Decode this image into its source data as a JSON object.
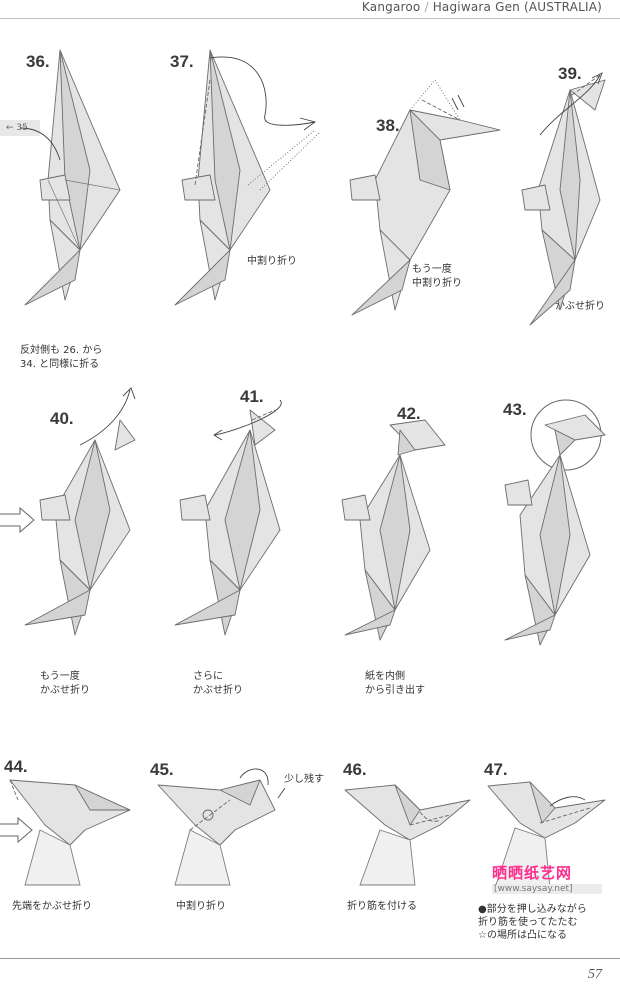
{
  "header": {
    "title_left": "Kangaroo",
    "title_right": "Hagiwara Gen (AUSTRALIA)"
  },
  "side_tab": "35",
  "steps": [
    {
      "num": "36.",
      "caption": "反対側も 26. から\n34. と同様に折る"
    },
    {
      "num": "37.",
      "caption": "中割り折り"
    },
    {
      "num": "38.",
      "caption": "もう一度\n中割り折り"
    },
    {
      "num": "39.",
      "caption": "かぶせ折り"
    },
    {
      "num": "40.",
      "caption": "もう一度\nかぶせ折り"
    },
    {
      "num": "41.",
      "caption": "さらに\nかぶせ折り"
    },
    {
      "num": "42.",
      "caption": "紙を内側\nから引き出す"
    },
    {
      "num": "43.",
      "caption": ""
    },
    {
      "num": "44.",
      "caption": "先端をかぶせ折り"
    },
    {
      "num": "45.",
      "caption": "中割り折り",
      "callout": "少し残す"
    },
    {
      "num": "46.",
      "caption": "折り筋を付ける"
    },
    {
      "num": "47.",
      "caption": ""
    }
  ],
  "note": "●部分を押し込みながら\n折り筋を使ってたたむ\n☆の場所は凸になる",
  "watermark": {
    "title": "晒晒纸艺网",
    "url": "[www.saysay.net]"
  },
  "page_number": "57"
}
